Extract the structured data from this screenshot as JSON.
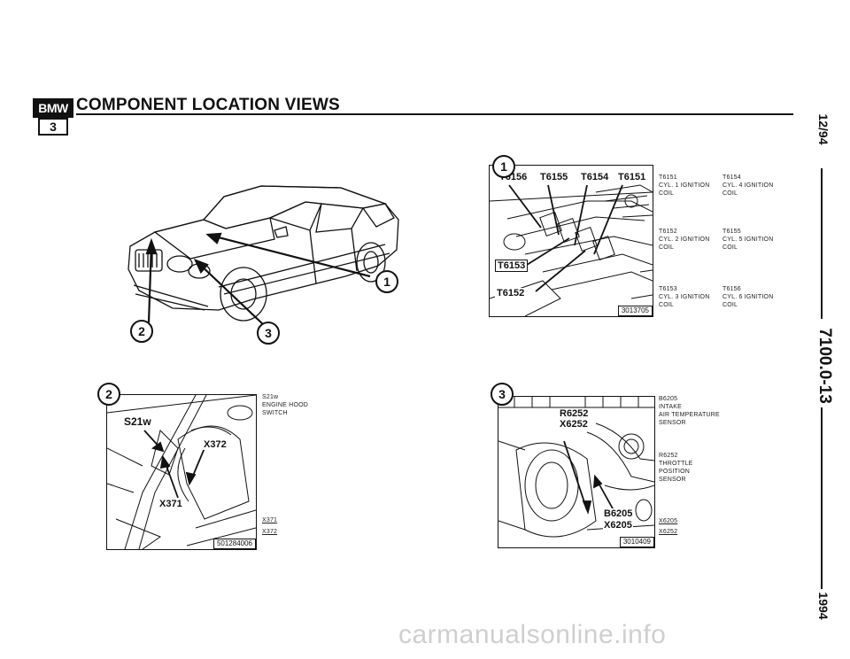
{
  "header": {
    "logo_top": "BMW",
    "logo_bottom": "3",
    "title": "COMPONENT LOCATION VIEWS"
  },
  "margin": {
    "date": "12/94",
    "code": "7100.0-13",
    "year": "1994"
  },
  "overview": {
    "callouts": [
      "1",
      "2",
      "3"
    ]
  },
  "view1": {
    "number": "1",
    "top_labels": [
      "T6156",
      "T6155",
      "T6154",
      "T6151"
    ],
    "side_labels": [
      "T6153",
      "T6152"
    ],
    "ref": "3013705",
    "legend": [
      {
        "code": "T6151",
        "line1": "CYL. 1 IGNITION",
        "line2": "COIL"
      },
      {
        "code": "T6154",
        "line1": "CYL. 4 IGNITION",
        "line2": "COIL"
      },
      {
        "code": "T6152",
        "line1": "CYL. 2 IGNITION",
        "line2": "COIL"
      },
      {
        "code": "T6155",
        "line1": "CYL. 5 IGNITION",
        "line2": "COIL"
      },
      {
        "code": "T6153",
        "line1": "CYL. 3 IGNITION",
        "line2": "COIL"
      },
      {
        "code": "T6156",
        "line1": "CYL. 6 IGNITION",
        "line2": "COIL"
      }
    ]
  },
  "view2": {
    "number": "2",
    "labels": [
      "S21w",
      "X372",
      "X371"
    ],
    "ref": "501284006",
    "legend_code": "S21w",
    "legend_line1": "ENGINE HOOD",
    "legend_line2": "SWITCH",
    "connectors": [
      "X371",
      "X372"
    ]
  },
  "view3": {
    "number": "3",
    "labels_top": [
      "R6252",
      "X6252"
    ],
    "labels_bottom": [
      "B6205",
      "X6205"
    ],
    "ref": "3010409",
    "legend": [
      {
        "code": "B6205",
        "lines": [
          "INTAKE",
          "AIR TEMPERATURE",
          "SENSOR"
        ]
      },
      {
        "code": "R6252",
        "lines": [
          "THROTTLE",
          "POSITION",
          "SENSOR"
        ]
      }
    ],
    "connectors": [
      "X6205",
      "X6252"
    ]
  },
  "watermark": "carmanualsonline.info"
}
